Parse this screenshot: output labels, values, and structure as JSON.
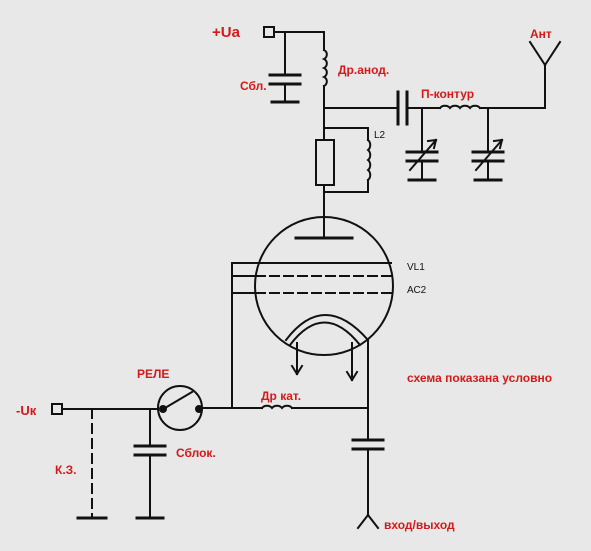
{
  "labels": {
    "plus_ua": "+Ua",
    "sbl": "Сбл.",
    "dr_anod": "Др.анод.",
    "p_kontur": "П-контур",
    "ant": "Ант",
    "l2": "L2",
    "vl1": "VL1",
    "ac2": "АС2",
    "rele": "РЕЛЕ",
    "minus_uk": "-Uк",
    "dr_kat": "Др кат.",
    "note": "схема показана условно",
    "kz": "К.З.",
    "sblok": "Сблок.",
    "io": "вход/выход"
  },
  "colors": {
    "label_red": "#d21a1a",
    "line": "#111111",
    "background": "#e8e8e8"
  }
}
